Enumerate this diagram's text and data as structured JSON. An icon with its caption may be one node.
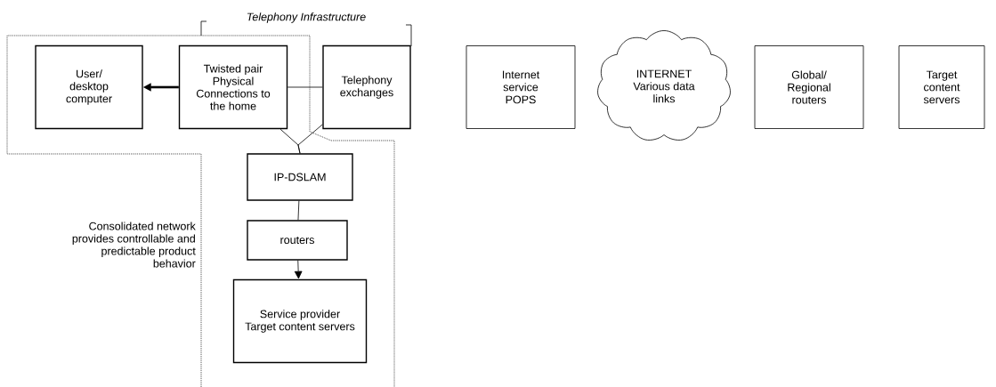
{
  "diagram": {
    "nodes": [
      {
        "text": [
          "User/ desktop computer"
        ]
      },
      {
        "text": [
          "Twisted pair Physical Connections to the home"
        ]
      },
      {
        "text": [
          "Telephony exchanges"
        ]
      },
      {
        "text": [
          "Internet service POPS"
        ]
      },
      {
        "text": [
          "INTERNET Various data links"
        ]
      },
      {
        "text": [
          "Global/ Regional routers"
        ]
      },
      {
        "text": [
          "Target content servers"
        ]
      },
      {
        "text": [
          "IP-DSLAM"
        ]
      },
      {
        "text": [
          "routers"
        ]
      },
      {
        "text": [
          "Service provider Target content servers"
        ]
      }
    ],
    "edges": [
      {
        "from": 1,
        "to": 0,
        "arrow": "to",
        "style": "thick"
      },
      {
        "from": 2,
        "to": 1,
        "arrow": "none"
      },
      {
        "from": 1,
        "to": 7,
        "arrow": "none"
      },
      {
        "from": 2,
        "to": 7,
        "arrow": "none"
      },
      {
        "from": 7,
        "to": 8,
        "arrow": "none"
      },
      {
        "from": 8,
        "to": 9,
        "arrow": "to"
      }
    ],
    "labels": [
      "Telephony Infrastructure",
      "Consolidated network provides controllable and predictable product behavior"
    ]
  }
}
